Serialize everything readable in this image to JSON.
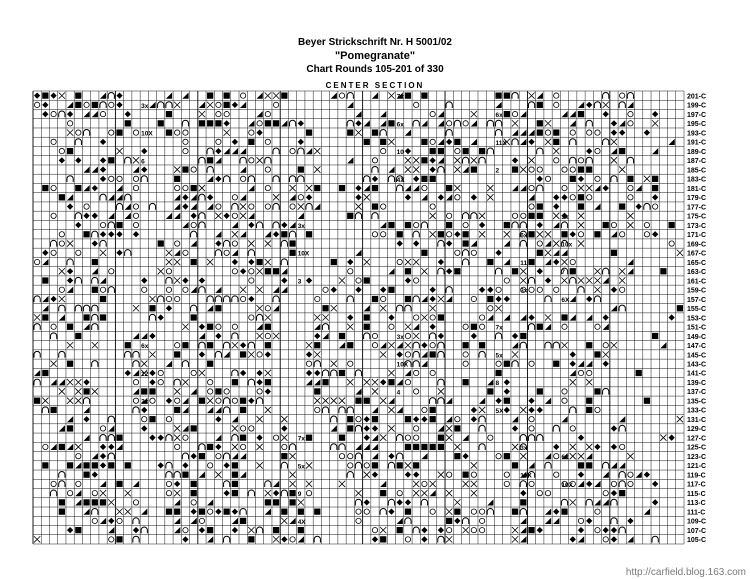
{
  "header": {
    "title": "Beyer Strickschrift Nr. H 5001/02",
    "subtitle": "\"Pomegranate\"",
    "rounds": "Chart Rounds 105-201 of 330",
    "section": "CENTER SECTION"
  },
  "row_labels": [
    "201-C",
    "199-C",
    "197-C",
    "195-C",
    "193-C",
    "191-C",
    "189-C",
    "187-C",
    "185-C",
    "183-C",
    "181-C",
    "179-C",
    "177-C",
    "175-C",
    "173-C",
    "171-C",
    "169-C",
    "167-C",
    "165-C",
    "163-C",
    "161-C",
    "159-C",
    "157-C",
    "155-C",
    "153-C",
    "151-C",
    "149-C",
    "147-C",
    "145-C",
    "143-C",
    "141-C",
    "139-C",
    "137-C",
    "135-C",
    "133-C",
    "131-C",
    "129-C",
    "127-C",
    "125-C",
    "123-C",
    "121-C",
    "119-C",
    "117-C",
    "115-C",
    "113-C",
    "111-C",
    "109-C",
    "107-C",
    "105-C"
  ],
  "legend_symbols": {
    "circle": "open circle",
    "square": "filled square",
    "triangle": "filled triangle",
    "diamond": "filled diamond",
    "arch": "arch",
    "cross": "crossed box"
  },
  "annotations": [
    "7x",
    "7x",
    "7x",
    "3x",
    "3x",
    "3x",
    "3x",
    "3x",
    "6x",
    "6x",
    "6x",
    "6x",
    "6x",
    "5x",
    "5x",
    "10x",
    "10X",
    "10X",
    "10X",
    "10X",
    "11X",
    "10X",
    "12",
    "11",
    "10",
    "9",
    "8",
    "7",
    "6",
    "5",
    "4",
    "3",
    "2",
    "1",
    "2x",
    "3x",
    "4X",
    "4X",
    "5X",
    "6X"
  ],
  "watermark": "http://carfield.blog.163.com"
}
